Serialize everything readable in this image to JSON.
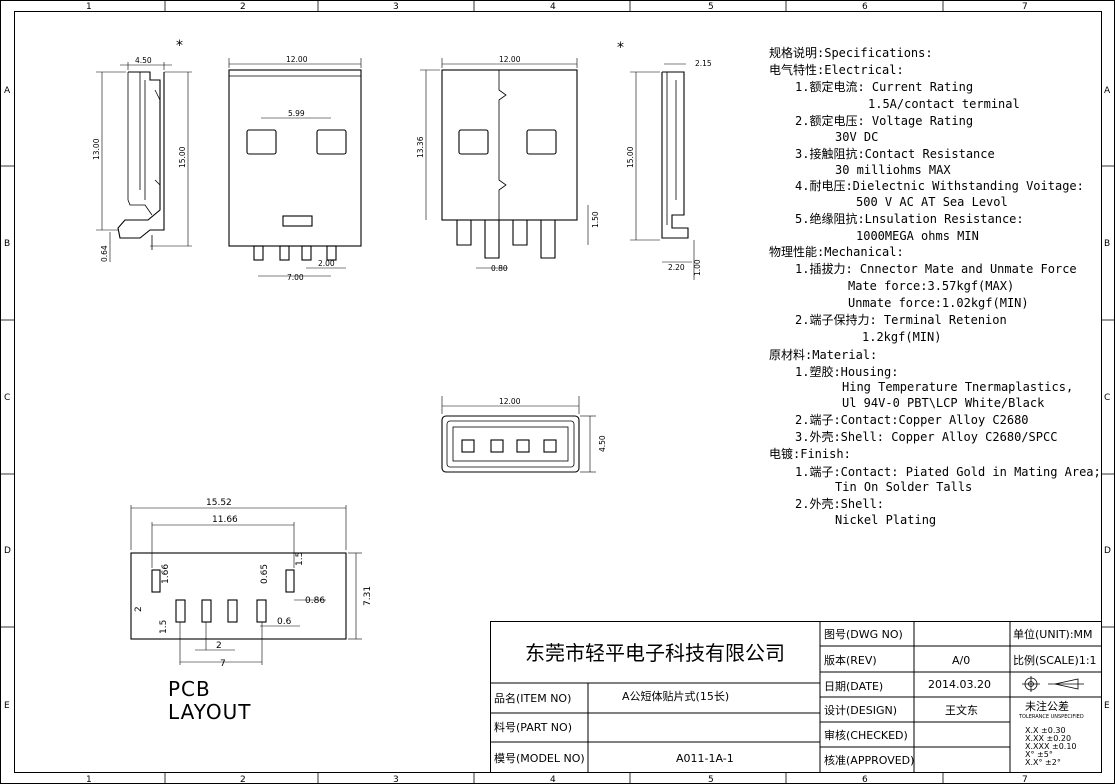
{
  "zones": {
    "columns": [
      "1",
      "2",
      "3",
      "4",
      "5",
      "6",
      "7"
    ],
    "rows": [
      "A",
      "B",
      "C",
      "D",
      "E"
    ]
  },
  "dimensions": {
    "side_left": {
      "width": "4.50",
      "height_a": "13.00",
      "height_b": "15.00",
      "bottom": "0.64",
      "star": "*"
    },
    "front": {
      "width": "12.00",
      "window_gap": "5.99",
      "pin_pitch": "2.00",
      "pin_span": "7.00"
    },
    "top": {
      "width": "12.00",
      "height": "13.36",
      "pin_width": "0.80",
      "right": "1.50"
    },
    "side_right": {
      "top": "2.15",
      "height": "15.00",
      "bottom_a": "2.20",
      "bottom_b": "1.00",
      "star": "*"
    },
    "end_view": {
      "width": "12.00",
      "height": "4.50"
    },
    "pcb": {
      "outer": "15.52",
      "inner": "11.66",
      "height": "7.31",
      "pad_h": "1.66",
      "pad_a": "0.65",
      "pad_b": "1.5",
      "offset": "0.86",
      "pad_w": "2",
      "pad_small": "1.5",
      "pin_w": "0.6",
      "pitch": "2",
      "span": "7"
    }
  },
  "pcb_label": {
    "line1": "PCB",
    "line2": "LAYOUT"
  },
  "specs": [
    "规格说明:Specifications:",
    "电气特性:Electrical:",
    "1.额定电流: Current Rating",
    "1.5A/contact terminal",
    "2.额定电压: Voltage Rating",
    "30V DC",
    "3.接触阻抗:Contact Resistance",
    "30 milliohms MAX",
    "4.耐电压:Dielectnic Withstanding Voitage:",
    "500 V AC AT Sea Levol",
    "5.绝缘阻抗:Lnsulation Resistance:",
    "1000MEGA ohms MIN",
    "物理性能:Mechanical:",
    "1.插拔力: Cnnector Mate and Unmate Force",
    "Mate force:3.57kgf(MAX)",
    "Unmate force:1.02kgf(MIN)",
    "2.端子保持力: Terminal Retenion",
    "1.2kgf(MIN)",
    "原材料:Material:",
    "1.塑胶:Housing:",
    "Hing Temperature  Tnermaplastics,",
    "Ul 94V-0  PBT\\LCP White/Black",
    "2.端子:Contact:Copper Alloy C2680",
    "3.外壳:Shell: Copper Alloy C2680/SPCC",
    "电镀:Finish:",
    "1.端子:Contact: Piated Gold in Mating Area;",
    "Tin On Solder Talls",
    "2.外壳:Shell:",
    "Nickel Plating"
  ],
  "title_block": {
    "company": "东莞市轻平电子科技有限公司",
    "labels": {
      "dwg_no": "图号(DWG NO)",
      "rev": "版本(REV)",
      "date": "日期(DATE)",
      "design": "设计(DESIGN)",
      "checked": "审核(CHECKED)",
      "approved": "核准(APPROVED)",
      "item_no": "品名(ITEM NO)",
      "part_no": "料号(PART NO)",
      "model_no": "模号(MODEL NO)",
      "unit": "单位(UNIT):MM",
      "scale": "比例(SCALE)1:1"
    },
    "values": {
      "item": "A公短体贴片式(15长)",
      "model": "A011-1A-1",
      "rev": "A/0",
      "date": "2014.03.20",
      "designer": "王文东"
    },
    "tolerance": {
      "title": "未注公差",
      "subtitle": "TOLERANCE UNSPECIFIED",
      "rows": [
        "X.X    ±0.30",
        "X.XX   ±0.20",
        "X.XXX  ±0.10",
        "X°     ±5°",
        "X.X°   ±2°"
      ]
    }
  }
}
